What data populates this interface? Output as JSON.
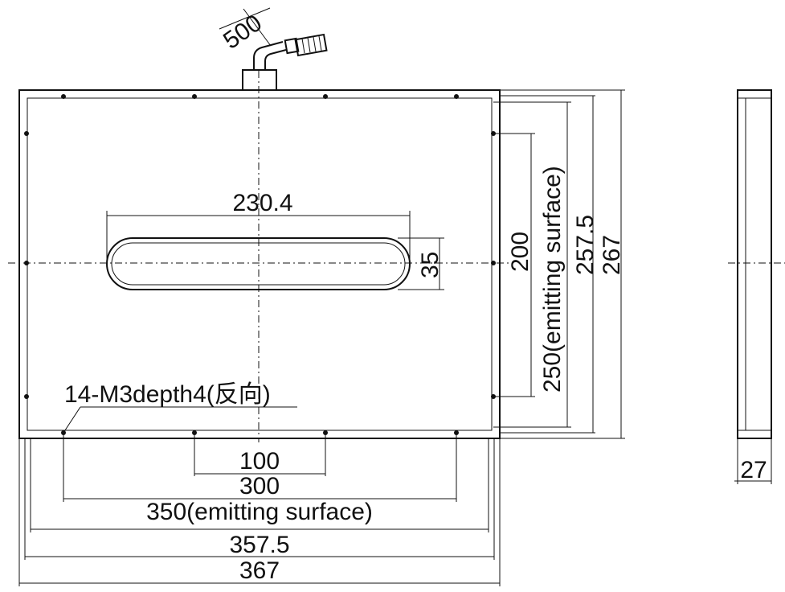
{
  "drawing": {
    "cable_length": "500",
    "slot_width": "230.4",
    "slot_height": "35",
    "hole_note": "14-M3depth4(反向)",
    "pitch_100": "100",
    "pitch_300": "300",
    "emitting_width": "350(emitting surface)",
    "inner_width": "357.5",
    "outer_width": "367",
    "pitch_200": "200",
    "emitting_height": "250(emitting surface)",
    "inner_height": "257.5",
    "outer_height": "267",
    "thickness": "27"
  }
}
